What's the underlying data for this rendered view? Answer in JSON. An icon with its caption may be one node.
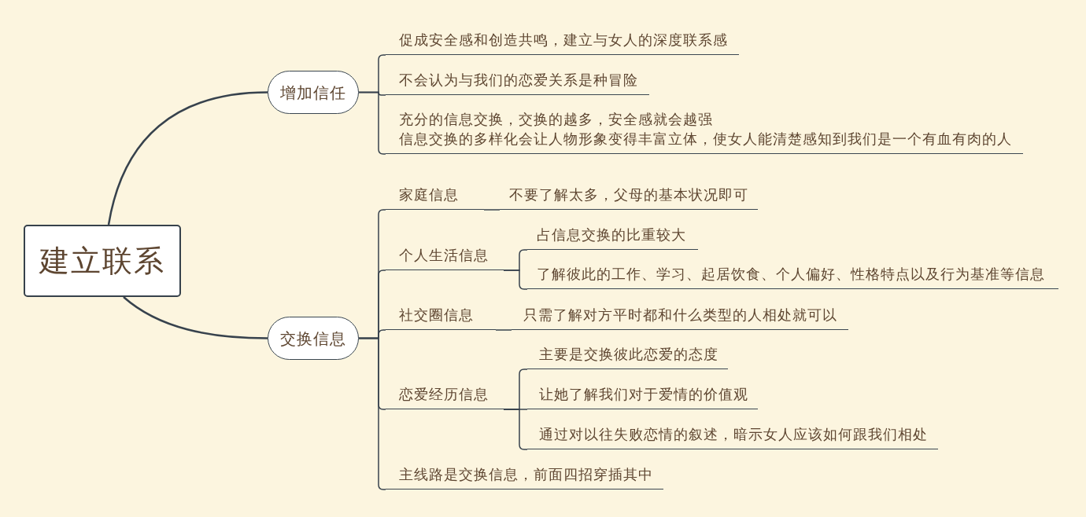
{
  "diagram": {
    "nodes": [
      {
        "text": [
          "建立联系"
        ]
      },
      {
        "text": [
          "增加信任"
        ]
      },
      {
        "text": [
          "促成安全感和创造共鸣，建立与女人的深度联系感"
        ]
      },
      {
        "text": [
          "不会认为与我们的恋爱关系是种冒险"
        ]
      },
      {
        "text": [
          "充分的信息交换，交换的越多，安全感就会越强",
          "信息交换的多样化会让人物形象变得丰富立体，使女人能清楚感知到我们是一个有血有肉的人"
        ]
      },
      {
        "text": [
          "交换信息"
        ]
      },
      {
        "text": [
          "家庭信息"
        ]
      },
      {
        "text": [
          "不要了解太多，父母的基本状况即可"
        ]
      },
      {
        "text": [
          "个人生活信息"
        ]
      },
      {
        "text": [
          "占信息交换的比重较大"
        ]
      },
      {
        "text": [
          "了解彼此的工作、学习、起居饮食、个人偏好、性格特点以及行为基准等信息"
        ]
      },
      {
        "text": [
          "社交圈信息"
        ]
      },
      {
        "text": [
          "只需了解对方平时都和什么类型的人相处就可以"
        ]
      },
      {
        "text": [
          "恋爱经历信息"
        ]
      },
      {
        "text": [
          "主要是交换彼此恋爱的态度"
        ]
      },
      {
        "text": [
          "让她了解我们对于爱情的价值观"
        ]
      },
      {
        "text": [
          "通过对以往失败恋情的叙述，暗示女人应该如何跟我们相处"
        ]
      },
      {
        "text": [
          "主线路是交换信息，前面四招穿插其中"
        ]
      }
    ],
    "edges": [
      {
        "from": 0,
        "to": 1,
        "arrow": "none"
      },
      {
        "from": 1,
        "to": 2,
        "arrow": "none"
      },
      {
        "from": 1,
        "to": 3,
        "arrow": "none"
      },
      {
        "from": 1,
        "to": 4,
        "arrow": "none"
      },
      {
        "from": 0,
        "to": 5,
        "arrow": "none"
      },
      {
        "from": 5,
        "to": 6,
        "arrow": "none"
      },
      {
        "from": 6,
        "to": 7,
        "arrow": "none"
      },
      {
        "from": 5,
        "to": 8,
        "arrow": "none"
      },
      {
        "from": 8,
        "to": 9,
        "arrow": "none"
      },
      {
        "from": 8,
        "to": 10,
        "arrow": "none"
      },
      {
        "from": 5,
        "to": 11,
        "arrow": "none"
      },
      {
        "from": 11,
        "to": 12,
        "arrow": "none"
      },
      {
        "from": 5,
        "to": 13,
        "arrow": "none"
      },
      {
        "from": 13,
        "to": 14,
        "arrow": "none"
      },
      {
        "from": 13,
        "to": 15,
        "arrow": "none"
      },
      {
        "from": 13,
        "to": 16,
        "arrow": "none"
      },
      {
        "from": 5,
        "to": 17,
        "arrow": "none"
      }
    ]
  }
}
